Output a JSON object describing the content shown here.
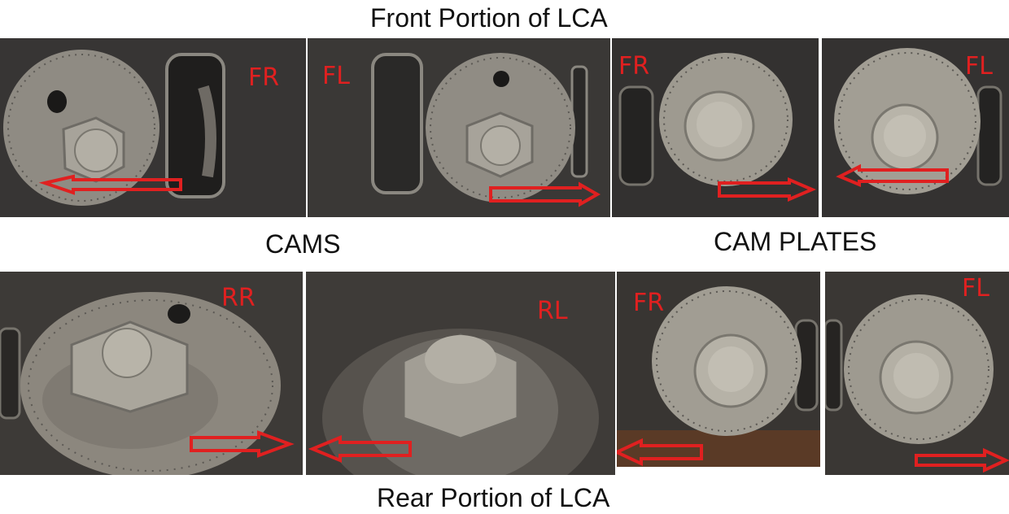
{
  "captions": {
    "top": "Front Portion of LCA",
    "left_mid": "CAMS",
    "right_mid": "CAM PLATES",
    "bottom": "Rear Portion of LCA"
  },
  "photos": [
    {
      "label": "FR",
      "group": "cams",
      "position": "front"
    },
    {
      "label": "FL",
      "group": "cams",
      "position": "front"
    },
    {
      "label": "FR",
      "group": "cam-plates",
      "position": "front"
    },
    {
      "label": "FL",
      "group": "cam-plates",
      "position": "front"
    },
    {
      "label": "RR",
      "group": "cams",
      "position": "rear"
    },
    {
      "label": "RL",
      "group": "cams",
      "position": "rear"
    },
    {
      "label": "FR",
      "group": "cam-plates",
      "position": "rear"
    },
    {
      "label": "FL",
      "group": "cam-plates",
      "position": "rear"
    }
  ],
  "colors": {
    "label": "#e02020",
    "arrow": "#e02020",
    "metal": "#9a968d",
    "background": "#3a3836"
  }
}
